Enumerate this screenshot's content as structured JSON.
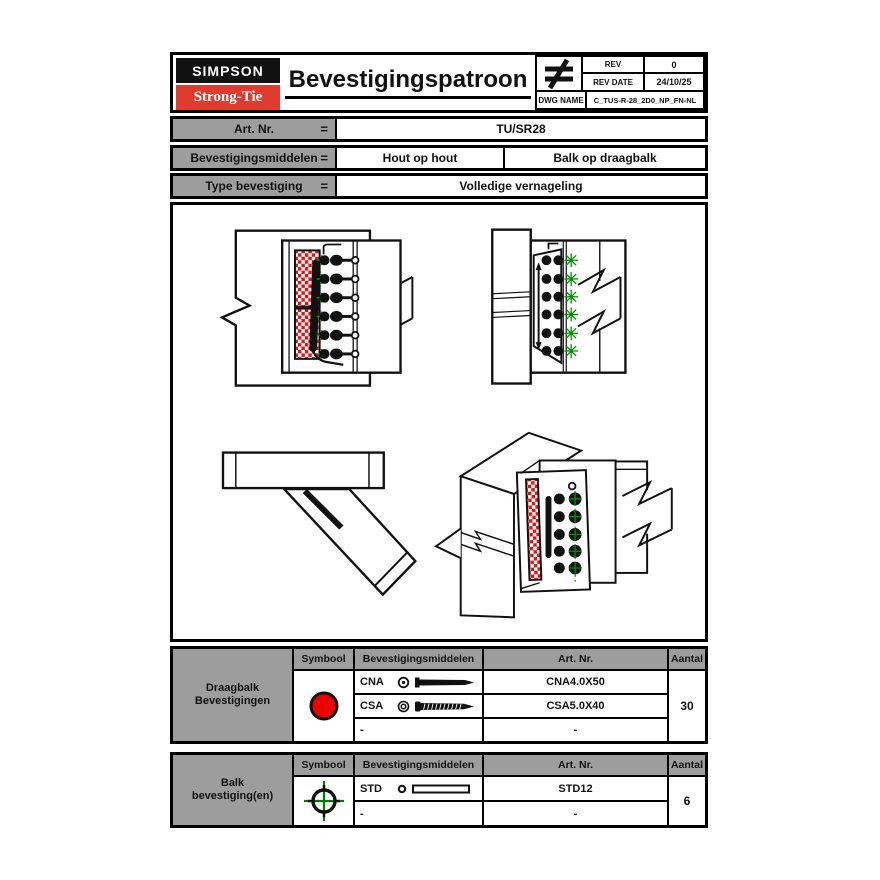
{
  "header": {
    "logo": {
      "top_text": "SIMPSON",
      "bottom_text": "Strong-Tie"
    },
    "title": "Bevestigingspatroon",
    "projection_symbol": "≠",
    "rev": {
      "label": "REV",
      "value": "0"
    },
    "rev_date": {
      "label": "REV DATE",
      "value": "24/10/25"
    },
    "dwg_name": {
      "label": "DWG NAME",
      "value": "C_TUS-R-28_2D0_NP_FN-NL"
    }
  },
  "info_rows": [
    {
      "label": "Art. Nr.",
      "equals": "=",
      "value": "TU/SR28"
    },
    {
      "label": "Bevestigingsmiddelen",
      "equals": "=",
      "value_left": "Hout op hout",
      "value_right": "Balk op draagbalk"
    },
    {
      "label": "Type bevestiging",
      "equals": "=",
      "value": "Volledige vernageling"
    }
  ],
  "fastener_tables": [
    {
      "group_label_line1": "Draagbalk",
      "group_label_line2": "Bevestigingen",
      "columns": [
        "Symbool",
        "Bevestigingsmiddelen",
        "Art. Nr.",
        "Aantal"
      ],
      "symbol_icon": "red-filled-circle",
      "rows": [
        {
          "code": "CNA",
          "icon": "nail",
          "art_nr": "CNA4.0X50"
        },
        {
          "code": "CSA",
          "icon": "screw",
          "art_nr": "CSA5.0X40"
        },
        {
          "code": "-",
          "icon": "",
          "art_nr": "-"
        }
      ],
      "aantal_value": "30"
    },
    {
      "group_label_line1": "Balk",
      "group_label_line2": "bevestiging(en)",
      "columns": [
        "Symbool",
        "Bevestigingsmiddelen",
        "Art. Nr.",
        "Aantal"
      ],
      "symbol_icon": "crosshair-target",
      "rows": [
        {
          "code": "STD",
          "icon": "dowel",
          "art_nr": "STD12"
        },
        {
          "code": "-",
          "icon": "",
          "art_nr": "-"
        }
      ],
      "aantal_value": "6"
    }
  ],
  "colors": {
    "logo_red": "#e03c2d",
    "logo_black": "#111111",
    "table_gray": "#9d9d9d",
    "symbol_red": "#ee0000",
    "drawing_green": "#009100",
    "hatch_red": "#ee1111",
    "line_black": "#111111"
  }
}
